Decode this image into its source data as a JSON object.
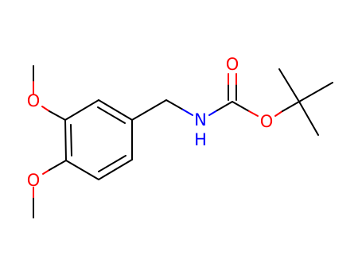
{
  "diagram": {
    "type": "skeletal-formula",
    "colors": {
      "bond": "#000000",
      "oxygen": "#ff0000",
      "nitrogen": "#0000ff",
      "background": "#ffffff"
    },
    "atom_labels": {
      "o_methoxy_upper": "O",
      "o_methoxy_lower": "O",
      "n_amide": "N",
      "h_amide": "H",
      "o_carbonyl": "O",
      "o_ester": "O"
    }
  }
}
